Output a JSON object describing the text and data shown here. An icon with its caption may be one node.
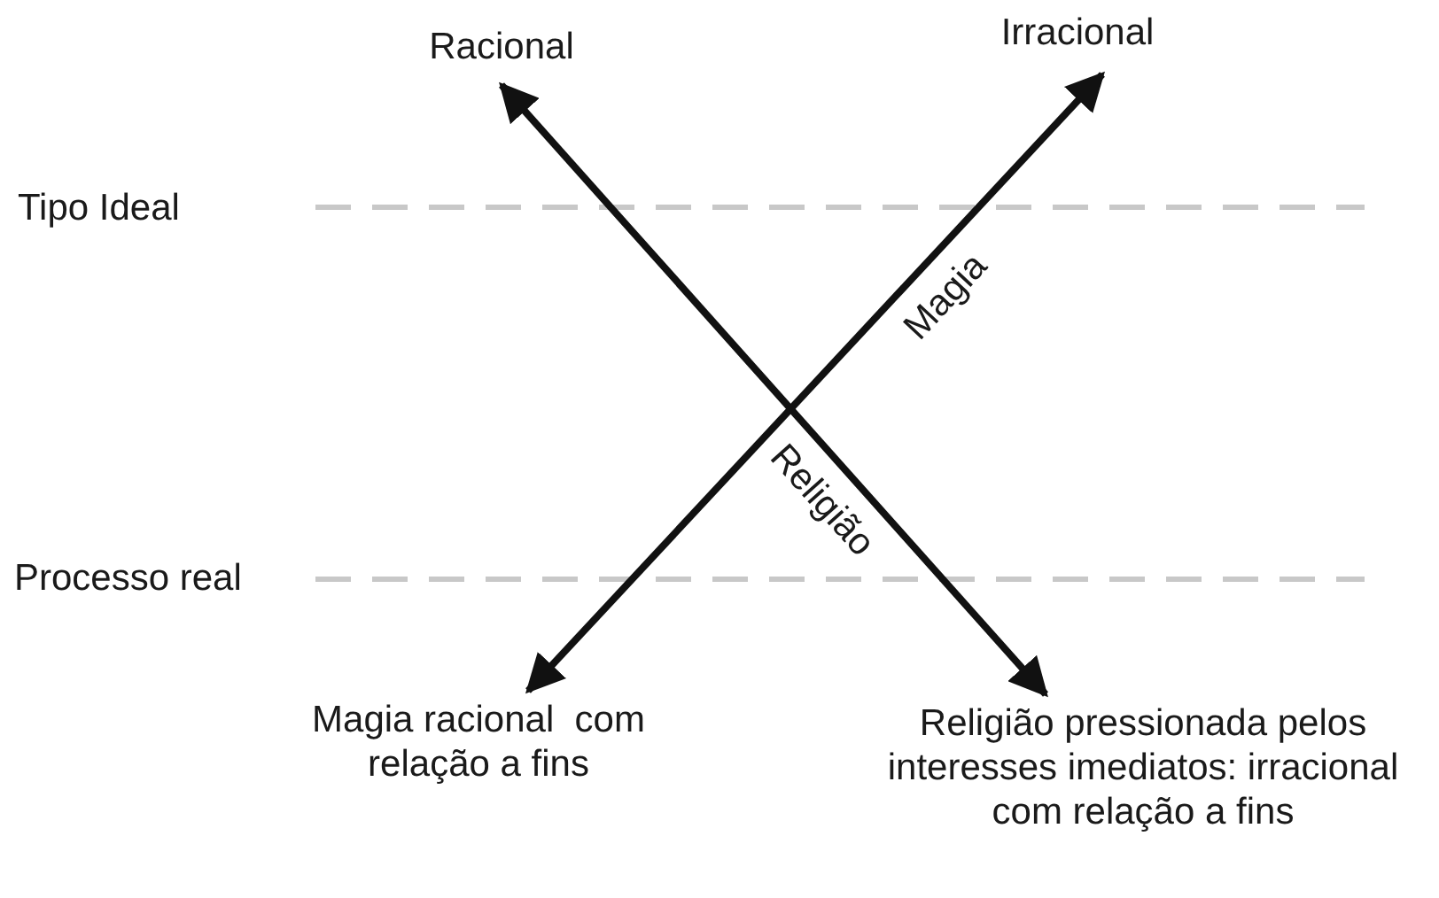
{
  "diagram": {
    "nodes": [
      {
        "text": [
          "Racional"
        ]
      },
      {
        "text": [
          "Irracional"
        ]
      },
      {
        "text": [
          "Magia racional  com relação a fins"
        ]
      },
      {
        "text": [
          "Religião pressionada pelos interesses imediatos: irracional com relação a fins"
        ]
      }
    ],
    "edges": [
      {
        "from": 3,
        "to": 0,
        "arrow": "both",
        "label": "Religião"
      },
      {
        "from": 2,
        "to": 1,
        "arrow": "both",
        "label": "Magia"
      }
    ],
    "labels": [
      "Tipo Ideal",
      "Processo real"
    ]
  }
}
